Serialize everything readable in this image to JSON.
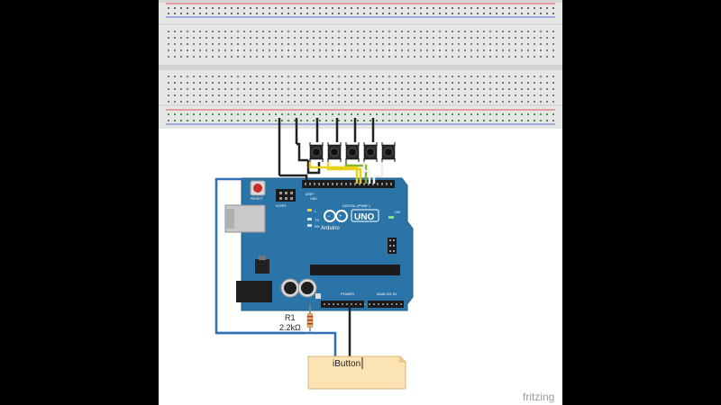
{
  "diagram": {
    "watermark": "fritzing",
    "resistor": {
      "name": "R1",
      "value": "2.2kΩ"
    },
    "ibutton": {
      "label": "iButton"
    },
    "arduino": {
      "logo_text": "Arduino",
      "model": "UNO",
      "reset_label": "RESET",
      "icsp_label": "ICSP2",
      "digital_label": "DIGITAL (PWM~)",
      "power_label": "POWER",
      "analog_label": "ANALOG IN",
      "tx_label": "TX",
      "rx_label": "RX",
      "l_label": "L",
      "on_label": "ON",
      "aref_label": "AREF",
      "gnd_label": "GND"
    },
    "buttons_count": 5,
    "colors": {
      "board": "#2a74a8",
      "wire_black": "#222222",
      "wire_blue": "#2f6fb3",
      "wire_yellow": "#e8d21a",
      "wire_green": "#7fb02e",
      "wire_white": "#eeeeee",
      "breadboard": "#e6e6e6",
      "ibutton": "#fbe3b3"
    }
  }
}
